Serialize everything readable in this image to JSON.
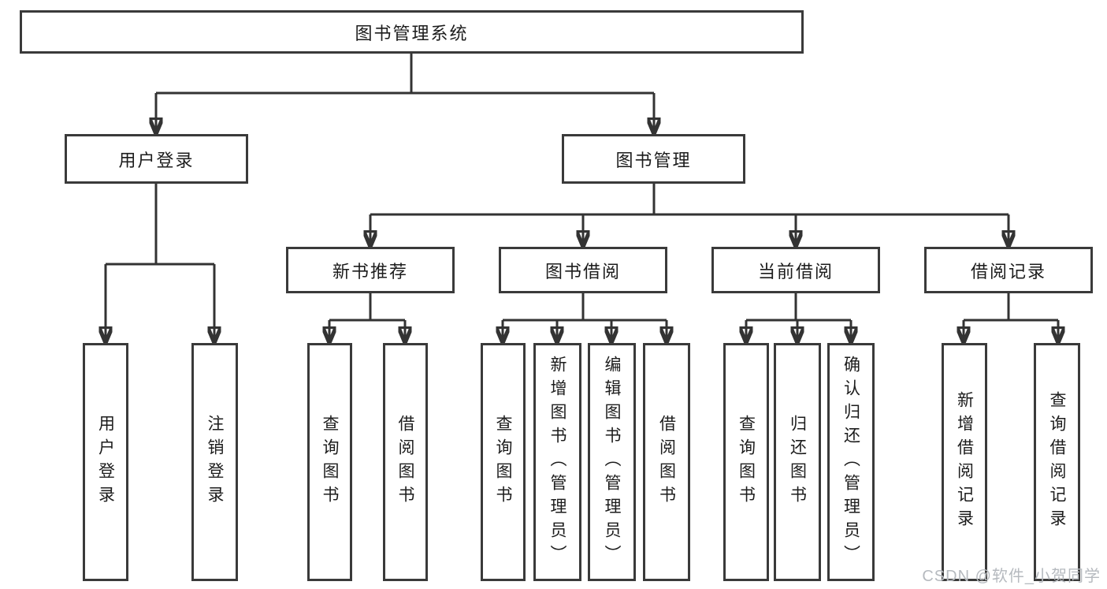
{
  "tree": {
    "root": {
      "label": "图书管理系统"
    },
    "branches": [
      {
        "label": "用户登录",
        "children": [
          {
            "label": "用户登录"
          },
          {
            "label": "注销登录"
          }
        ]
      },
      {
        "label": "图书管理",
        "groups": [
          {
            "label": "新书推荐",
            "children": [
              {
                "label": "查询图书"
              },
              {
                "label": "借阅图书"
              }
            ]
          },
          {
            "label": "图书借阅",
            "children": [
              {
                "label": "查询图书"
              },
              {
                "label": "新增图书（管理员）"
              },
              {
                "label": "编辑图书（管理员）"
              },
              {
                "label": "借阅图书"
              }
            ]
          },
          {
            "label": "当前借阅",
            "children": [
              {
                "label": "查询图书"
              },
              {
                "label": "归还图书"
              },
              {
                "label": "确认归还（管理员）"
              }
            ]
          },
          {
            "label": "借阅记录",
            "children": [
              {
                "label": "新增借阅记录"
              },
              {
                "label": "查询借阅记录"
              }
            ]
          }
        ]
      }
    ]
  },
  "watermark": {
    "text": "CSDN @软件_小贺同学"
  },
  "colors": {
    "line": "#333333",
    "box_border": "#3a3a3a",
    "text": "#1c1c1c",
    "watermark": "#b6babf",
    "background": "#ffffff"
  }
}
